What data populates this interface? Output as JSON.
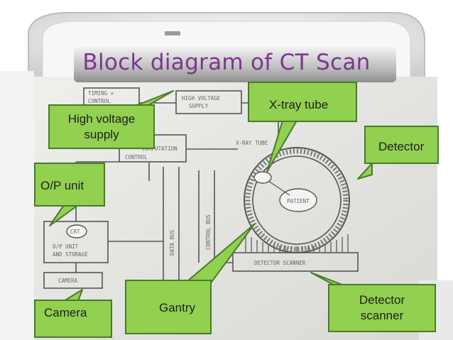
{
  "title": "Block diagram of CT Scan",
  "colors": {
    "callout_fill": "#92d050",
    "callout_border": "#4a7a2a",
    "title_color": "#7b3690"
  },
  "schematic": {
    "timing_block": [
      "TIMING +",
      "CONTROL"
    ],
    "hv_block": [
      "HIGH VOLTAGE",
      "SUPPLY"
    ],
    "computer_block": "COMPUTATION",
    "control_block": "CONTROL",
    "xray_label": "X-RAY TUBE",
    "patient": "PATIENT",
    "crt": "CRT",
    "op_block": [
      "O/P UNIT",
      "AND STORAGE"
    ],
    "camera_block": "CAMERA",
    "scanner_block": "DETECTOR SCANNER",
    "data_bus": "DATA BUS",
    "control_bus": "CONTROL BUS"
  },
  "callouts": {
    "high_voltage": [
      "High voltage",
      "supply"
    ],
    "xray": "X-tray tube",
    "detector": "Detector",
    "op_unit": "O/P unit",
    "camera": "Camera",
    "gantry": "Gantry",
    "detector_scanner": [
      "Detector",
      "scanner"
    ]
  }
}
